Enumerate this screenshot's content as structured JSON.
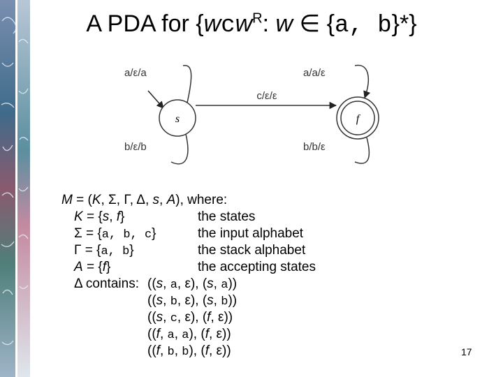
{
  "title": {
    "prefix": "A PDA for {",
    "w1": "w",
    "c": "c",
    "w2": "w",
    "sup": "R",
    "colon": ":",
    "w3": "w",
    "elem": "∈",
    "set_open": "{",
    "alphabet": "a, b",
    "suffix": "}*}"
  },
  "diagram": {
    "states": [
      {
        "label": "s",
        "accepting": false
      },
      {
        "label": "f",
        "accepting": true
      }
    ],
    "transitions": [
      {
        "label": "a/ε/a",
        "from": "s",
        "to": "s"
      },
      {
        "label": "b/ε/b",
        "from": "s",
        "to": "s"
      },
      {
        "label": "c/ε/ε",
        "from": "s",
        "to": "f"
      },
      {
        "label": "a/a/ε",
        "from": "f",
        "to": "f"
      },
      {
        "label": "b/b/ε",
        "from": "f",
        "to": "f"
      }
    ]
  },
  "definition": {
    "m_line": [
      "M",
      " = (",
      "K",
      ", Σ, Γ, Δ, ",
      "s",
      ", ",
      "A",
      "), where:"
    ],
    "k_line": [
      "K",
      " = {",
      "s",
      ", ",
      "f",
      "}"
    ],
    "k_desc": "the states",
    "sigma_line": [
      "Σ = {",
      "a, b, c",
      "}"
    ],
    "sigma_desc": "the input alphabet",
    "gamma_line": [
      "Γ = {",
      "a, b",
      "}"
    ],
    "gamma_desc": "the stack alphabet",
    "a_line": [
      "A",
      " = {",
      "f",
      "}"
    ],
    "a_desc": "the accepting states",
    "delta_prefix": "Δ contains:",
    "transitions": [
      [
        "((",
        "s",
        ", ",
        "a",
        ", ε), (",
        "s",
        ", ",
        "a",
        "))"
      ],
      [
        "((",
        "s",
        ", ",
        "b",
        ", ε), (",
        "s",
        ", ",
        "b",
        "))"
      ],
      [
        "((",
        "s",
        ", ",
        "c",
        ", ε), (",
        "f",
        ", ε))"
      ],
      [
        "((",
        "f",
        ", ",
        "a",
        ", ",
        "a",
        "), (",
        "f",
        ", ε))"
      ],
      [
        "((",
        "f",
        ", ",
        "b",
        ", ",
        "b",
        "), (",
        "f",
        ", ε))"
      ]
    ]
  },
  "slide_number": "17"
}
